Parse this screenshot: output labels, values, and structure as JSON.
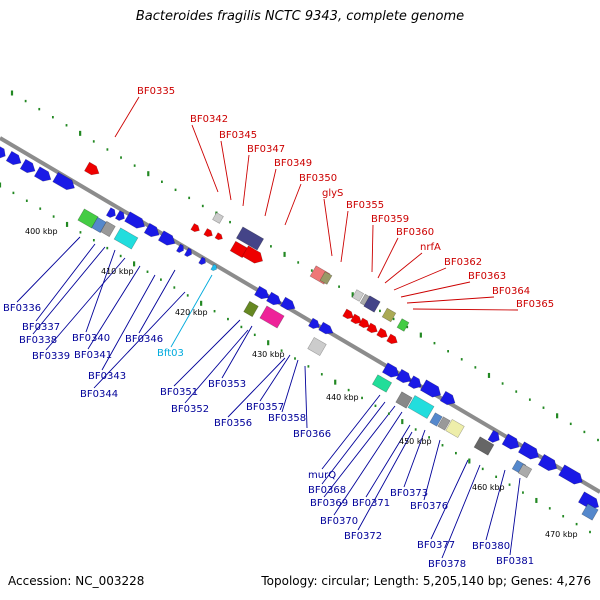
{
  "title": "Bacteroides fragilis NCTC 9343, complete genome",
  "footer": {
    "accession": "Accession: NC_003228",
    "topology": "Topology: circular; Length: 5,205,140 bp; Genes: 4,276"
  },
  "colors": {
    "plus_strand_label": "#cc0000",
    "minus_strand_label": "#000099",
    "rna_label": "#00aadd",
    "leader_plus": "#ee2222",
    "leader_minus": "#1c1cb4",
    "leader_rna": "#22bbee",
    "genome_line": "#8c8c8c",
    "scale_tick": "#228822"
  },
  "scale_labels": [
    "400 kbp",
    "410 kbp",
    "420 kbp",
    "430 kbp",
    "440 kbp",
    "450 kbp",
    "460 kbp",
    "470 kbp"
  ],
  "genes_plus_strand": [
    "BF0335",
    "BF0342",
    "BF0345",
    "BF0347",
    "BF0349",
    "BF0350",
    "glyS",
    "BF0355",
    "BF0359",
    "BF0360",
    "nrfA",
    "BF0362",
    "BF0363",
    "BF0364",
    "BF0365"
  ],
  "genes_minus_strand": [
    "BF0336",
    "BF0337",
    "BF0338",
    "BF0340",
    "BF0339",
    "BF0341",
    "BF0346",
    "BF0343",
    "BF0344",
    "Bft03",
    "BF0351",
    "BF0353",
    "BF0352",
    "BF0357",
    "BF0356",
    "BF0358",
    "BF0366",
    "murQ",
    "BF0368",
    "BF0369",
    "BF0371",
    "BF0373",
    "BF0370",
    "BF0376",
    "BF0372",
    "BF0377",
    "BF0380",
    "BF0378",
    "BF0381"
  ],
  "rna_genes": [
    "Bft03"
  ]
}
